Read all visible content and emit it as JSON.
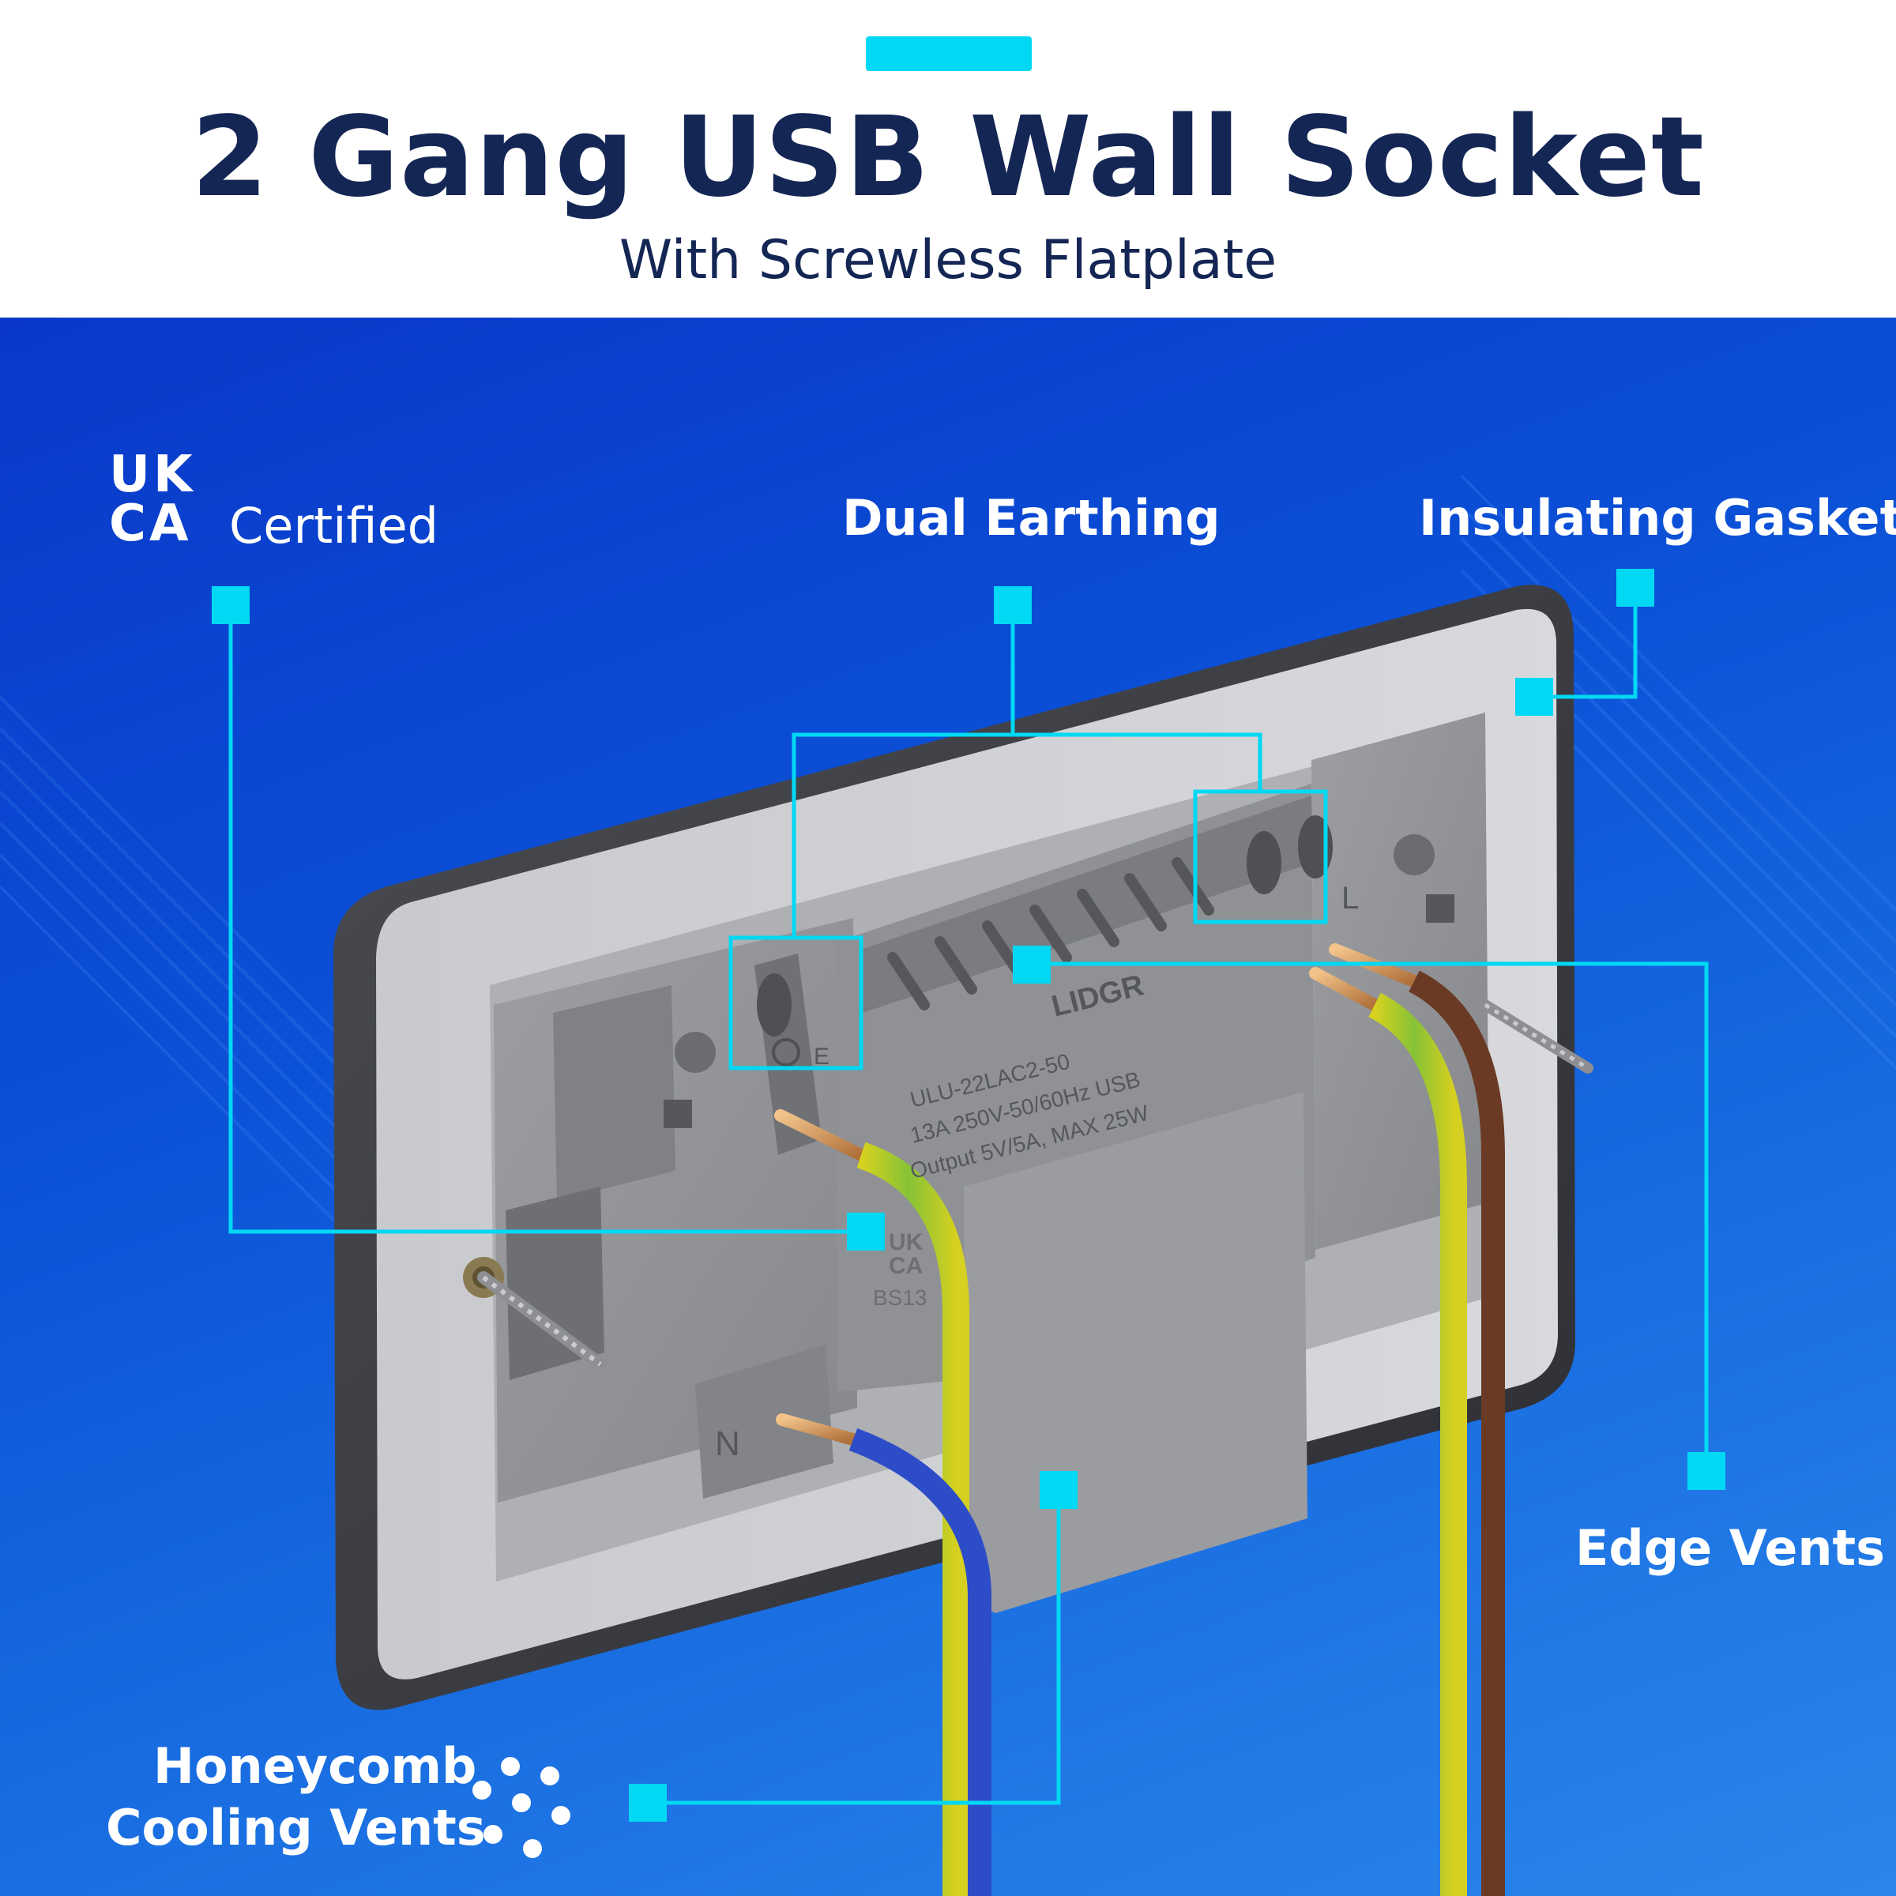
{
  "header": {
    "title": "2 Gang USB Wall Socket",
    "subtitle": "With Screwless Flatplate"
  },
  "badges": {
    "ukca_mark_line1": "UK",
    "ukca_mark_line2": "CA",
    "ukca_text": "Certified"
  },
  "callouts": {
    "dual_earthing": "Dual Earthing",
    "insulating_gasket": "Insulating Gasket",
    "edge_vents": "Edge Vents",
    "honeycomb_line1": "Honeycomb",
    "honeycomb_line2": "Cooling Vents"
  },
  "product": {
    "brand": "LIDGR",
    "model": "ULU-22LAC2-50",
    "rating": "13A 250V-50/60Hz USB",
    "output": "Output 5V/5A, MAX 25W",
    "standard": "BS13",
    "terminal_n": "N",
    "terminal_l": "L",
    "terminal_e": "E",
    "side_mark_line1": "UK",
    "side_mark_line2": "CA"
  },
  "colors": {
    "accent": "#00d8f4",
    "title": "#142654",
    "background_top": "#0938c8",
    "background_bottom": "#2a86ea",
    "wire_earth": "#9acb2a",
    "wire_live": "#6b3a25",
    "wire_neutral": "#2d4cc8"
  }
}
